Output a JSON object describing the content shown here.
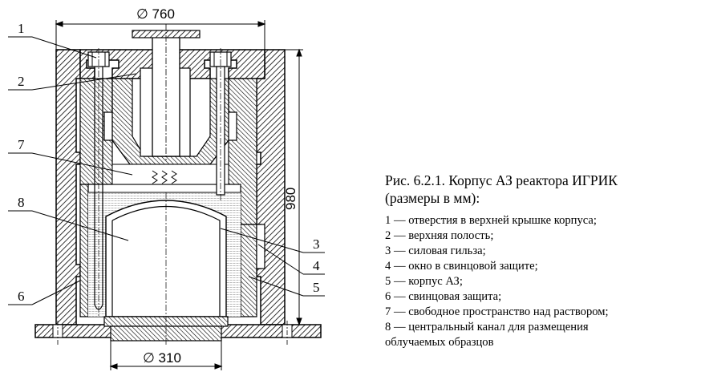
{
  "figure": {
    "caption_title": "Рис. 6.2.1. Корпус АЗ реактора ИГРИК\n(размеры в мм):",
    "legend": [
      "1 — отверстия в верхней крышке корпуса;",
      "2 — верхняя полость;",
      "3 — силовая гильза;",
      "4 — окно в свинцовой защите;",
      "5 — корпус АЗ;",
      "6 — свинцовая защита;",
      "7 — свободное пространство над раствором;",
      "8 — центральный канал для размещения\nоблучаемых образцов"
    ]
  },
  "drawing": {
    "dimensions": {
      "top_diameter": "∅ 760",
      "bottom_diameter": "∅ 310",
      "height": "980"
    },
    "callouts": [
      "1",
      "2",
      "7",
      "8",
      "6",
      "3",
      "4",
      "5"
    ]
  }
}
